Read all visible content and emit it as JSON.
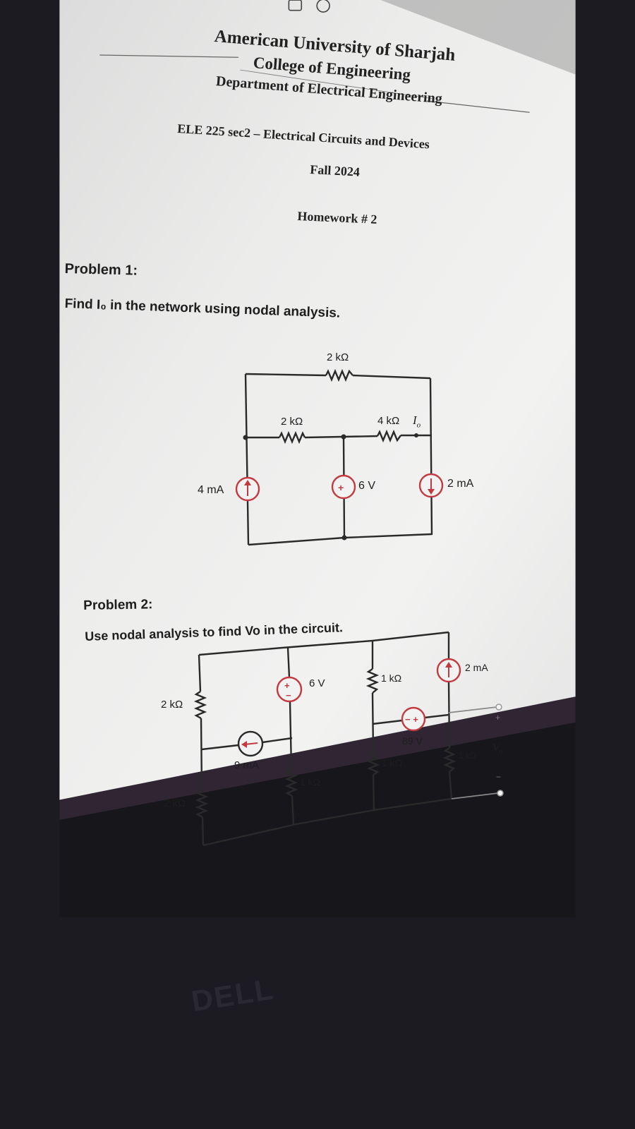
{
  "header": {
    "university": "American University of Sharjah",
    "college": "College of Engineering",
    "department": "Department of Electrical Engineering",
    "course": "ELE 225 sec2 – Electrical Circuits and Devices",
    "term": "Fall 2024",
    "homework": "Homework # 2"
  },
  "problem1": {
    "heading": "Problem 1:",
    "prompt": "Find I₀ in the network using nodal analysis.",
    "circuit": {
      "r_top": "2 kΩ",
      "r_left": "2 kΩ",
      "r_right": "4 kΩ",
      "io_label": "I",
      "io_sub": "o",
      "src_left": "4 mA",
      "src_mid": "6 V",
      "src_right": "2 mA"
    }
  },
  "problem2": {
    "heading": "Problem 2:",
    "prompt": "Use nodal analysis to find Vo in the circuit.",
    "circuit": {
      "r_left_top": "2 kΩ",
      "r_left_bot": "2 kΩ",
      "src_9ma": "9 mA",
      "src_6v": "6 V",
      "r_mid": "1 kΩ",
      "r_right_top": "1 kΩ",
      "r_right_bot": "1 kΩ",
      "src_89v": "89 V",
      "src_2ma": "2 mA",
      "r_out": "1 kΩ",
      "vo_label": "V",
      "vo_sub": "o",
      "plus": "+",
      "minus": "−"
    }
  },
  "monitor": {
    "brand": "DELL"
  },
  "colors": {
    "paper": "#efefee",
    "ink": "#222222",
    "source_red": "#c2393f",
    "bezel": "#201c24"
  }
}
